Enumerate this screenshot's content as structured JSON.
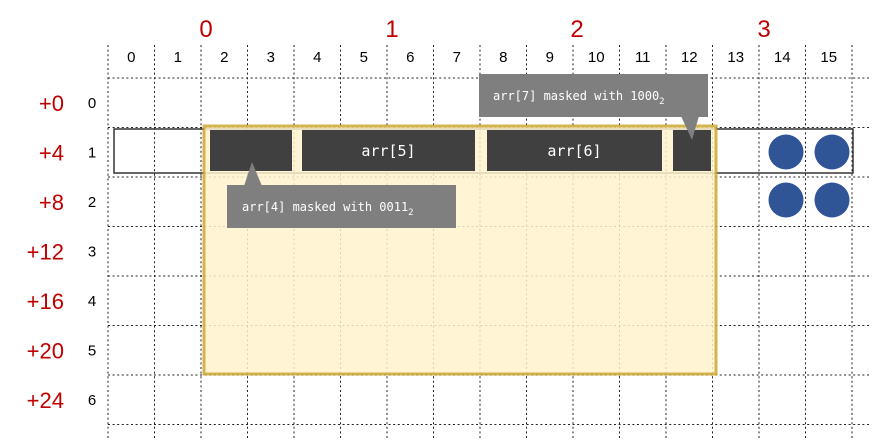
{
  "byte_labels": [
    "0",
    "1",
    "2",
    "3"
  ],
  "column_labels": [
    "0",
    "1",
    "2",
    "3",
    "4",
    "5",
    "6",
    "7",
    "8",
    "9",
    "10",
    "11",
    "12",
    "13",
    "14",
    "15"
  ],
  "row_labels": [
    "0",
    "1",
    "2",
    "3",
    "4",
    "5",
    "6"
  ],
  "offset_labels": [
    "+0",
    "+4",
    "+8",
    "+12",
    "+16",
    "+20",
    "+24"
  ],
  "elements": [
    {
      "label": ""
    },
    {
      "label": "arr[5]"
    },
    {
      "label": "arr[6]"
    },
    {
      "label": ""
    }
  ],
  "callouts": [
    {
      "text": "arr[7] masked with 1000",
      "subscript": "2"
    },
    {
      "text": "arr[4] masked with 0011",
      "subscript": "2"
    }
  ],
  "colors": {
    "accent_red": "#c00000",
    "element_fill": "#404040",
    "callout_fill": "#7f7f7f",
    "highlight_fill": "#fff2cc",
    "highlight_stroke": "#c9a227",
    "dot_fill": "#2f5597"
  }
}
